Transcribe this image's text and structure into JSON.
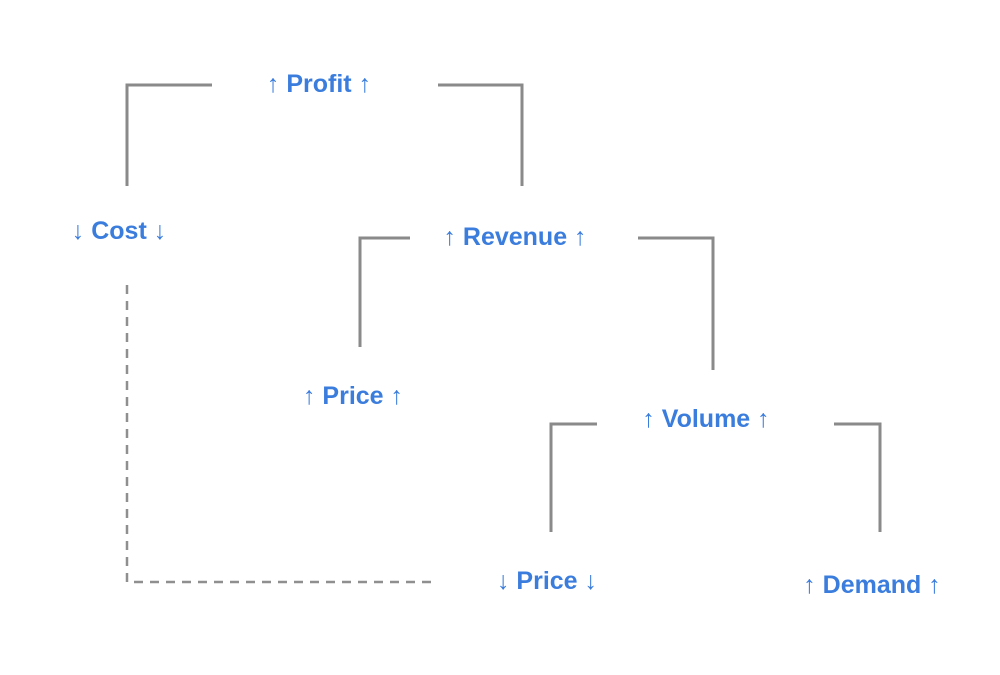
{
  "colors": {
    "label": "#3b7ddd",
    "connector": "#8a8a8a",
    "dashed_connector": "#8f8f8f",
    "background": "#ffffff"
  },
  "nodes": {
    "profit": {
      "label": "↑ Profit ↑"
    },
    "cost": {
      "label": "↓ Cost ↓"
    },
    "revenue": {
      "label": "↑ Revenue ↑"
    },
    "price_up": {
      "label": "↑ Price ↑"
    },
    "volume": {
      "label": "↑ Volume ↑"
    },
    "price_down": {
      "label": "↓ Price ↓"
    },
    "demand": {
      "label": "↑ Demand ↑"
    }
  },
  "edges": [
    {
      "from": "profit",
      "to": "cost",
      "style": "solid"
    },
    {
      "from": "profit",
      "to": "revenue",
      "style": "solid"
    },
    {
      "from": "revenue",
      "to": "price_up",
      "style": "solid"
    },
    {
      "from": "revenue",
      "to": "volume",
      "style": "solid"
    },
    {
      "from": "volume",
      "to": "price_down",
      "style": "solid"
    },
    {
      "from": "volume",
      "to": "demand",
      "style": "solid"
    },
    {
      "from": "cost",
      "to": "price_down",
      "style": "dashed"
    }
  ]
}
